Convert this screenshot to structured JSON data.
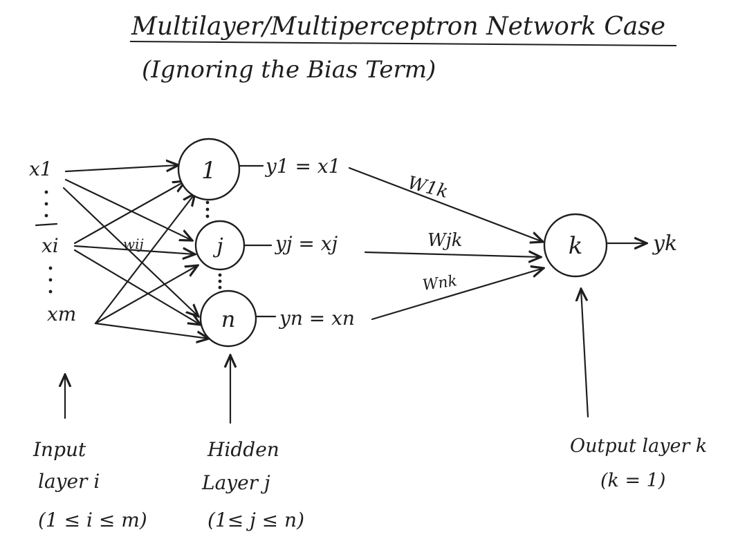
{
  "title": "Multilayer/Multiperceptron Network Case",
  "subtitle": "(Ignoring the Bias Term)",
  "inputs": {
    "x1": "x1",
    "xi": "xi",
    "xm": "xm",
    "wij": "wij"
  },
  "hidden_nodes": {
    "n1": "1",
    "nj": "j",
    "nn": "n"
  },
  "hidden_outputs": {
    "y1": "y1 = x1",
    "yj": "yj = xj",
    "yn": "yn = xn"
  },
  "weights": {
    "w1k": "W1k",
    "wjk": "Wjk",
    "wnk": "Wnk"
  },
  "output": {
    "node": "k",
    "value": "yk"
  },
  "layer_labels": {
    "input": [
      "Input",
      "layer i",
      "(1 ≤ i ≤ m)"
    ],
    "hidden": [
      "Hidden",
      "Layer j",
      "(1≤ j ≤ n)"
    ],
    "output": [
      "Output layer k",
      "(k = 1)"
    ]
  }
}
